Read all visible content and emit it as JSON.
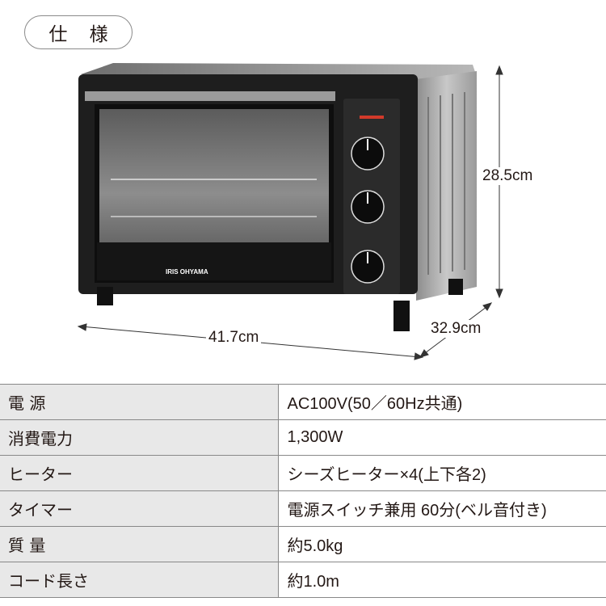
{
  "header": {
    "title": "仕 様"
  },
  "product": {
    "brand_logo": "IRIS OHYAMA",
    "dimensions": {
      "height": "28.5cm",
      "width": "41.7cm",
      "depth": "32.9cm"
    }
  },
  "specs": [
    {
      "label": "電 源",
      "value": "AC100V(50／60Hz共通)"
    },
    {
      "label": "消費電力",
      "value": "1,300W"
    },
    {
      "label": "ヒーター",
      "value": "シーズヒーター×4(上下各2)"
    },
    {
      "label": "タイマー",
      "value": "電源スイッチ兼用 60分(ベル音付き)"
    },
    {
      "label": "質 量",
      "value": "約5.0kg"
    },
    {
      "label": "コード長さ",
      "value": "約1.0m"
    }
  ],
  "colors": {
    "label_bg": "#e8e8e8",
    "border": "#888888",
    "text": "#231815"
  }
}
